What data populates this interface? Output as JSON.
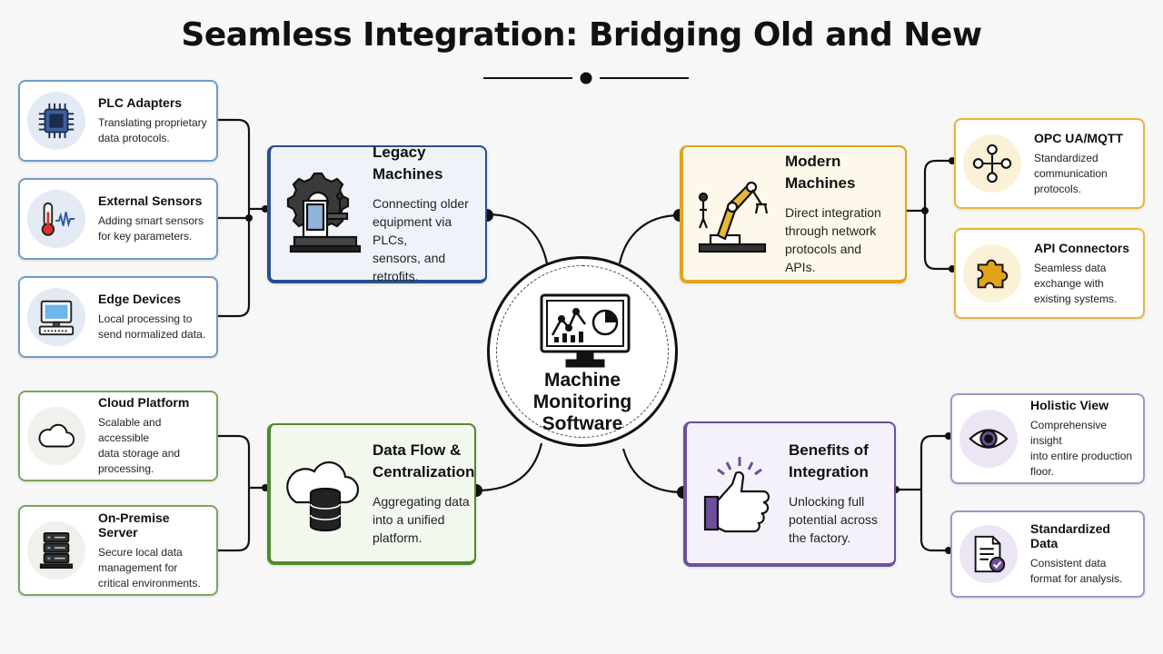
{
  "title": "Seamless Integration: Bridging Old and New",
  "colors": {
    "blue": "#274f8f",
    "yellow": "#e0a51b",
    "green": "#4f8a2c",
    "purple": "#6d4f9b"
  },
  "hub": {
    "line1": "Machine",
    "line2": "Monitoring",
    "line3": "Software",
    "icon": "monitor-chart-icon"
  },
  "legacy": {
    "title": "Legacy Machines",
    "desc_1": "Connecting older",
    "desc_2": "equipment via PLCs,",
    "desc_3": "sensors, and retrofits.",
    "icon": "gear-machine-icon",
    "items": [
      {
        "title": "PLC Adapters",
        "desc_1": "Translating proprietary",
        "desc_2": "data protocols.",
        "icon": "chip-icon"
      },
      {
        "title": "External Sensors",
        "desc_1": "Adding smart sensors",
        "desc_2": "for key parameters.",
        "icon": "thermometer-icon"
      },
      {
        "title": "Edge Devices",
        "desc_1": "Local processing to",
        "desc_2": "send normalized data.",
        "icon": "computer-icon"
      }
    ]
  },
  "modern": {
    "title": "Modern Machines",
    "desc_1": "Direct integration",
    "desc_2": "through network",
    "desc_3": "protocols and APIs.",
    "icon": "robot-arm-icon",
    "items": [
      {
        "title": "OPC UA/MQTT",
        "desc_1": "Standardized",
        "desc_2": "communication",
        "desc_3": "protocols.",
        "icon": "network-nodes-icon"
      },
      {
        "title": "API Connectors",
        "desc_1": "Seamless data",
        "desc_2": "exchange with",
        "desc_3": "existing systems.",
        "icon": "puzzle-icon"
      }
    ]
  },
  "dataflow": {
    "title_1": "Data Flow &",
    "title_2": "Centralization",
    "desc_1": "Aggregating data",
    "desc_2": "into a unified",
    "desc_3": "platform.",
    "icon": "cloud-database-icon",
    "items": [
      {
        "title": "Cloud Platform",
        "desc_1": "Scalable and accessible",
        "desc_2": "data storage and",
        "desc_3": "processing.",
        "icon": "cloud-icon"
      },
      {
        "title": "On-Premise Server",
        "desc_1": "Secure local data",
        "desc_2": "management for",
        "desc_3": "critical environments.",
        "icon": "server-icon"
      }
    ]
  },
  "benefits": {
    "title_1": "Benefits of",
    "title_2": "Integration",
    "desc_1": "Unlocking full",
    "desc_2": "potential across",
    "desc_3": "the factory.",
    "icon": "thumbs-up-icon",
    "items": [
      {
        "title": "Holistic View",
        "desc_1": "Comprehensive insight",
        "desc_2": "into entire production",
        "desc_3": "floor.",
        "icon": "eye-icon"
      },
      {
        "title": "Standardized Data",
        "desc_1": "Consistent data",
        "desc_2": "format for analysis.",
        "icon": "document-check-icon"
      }
    ]
  }
}
